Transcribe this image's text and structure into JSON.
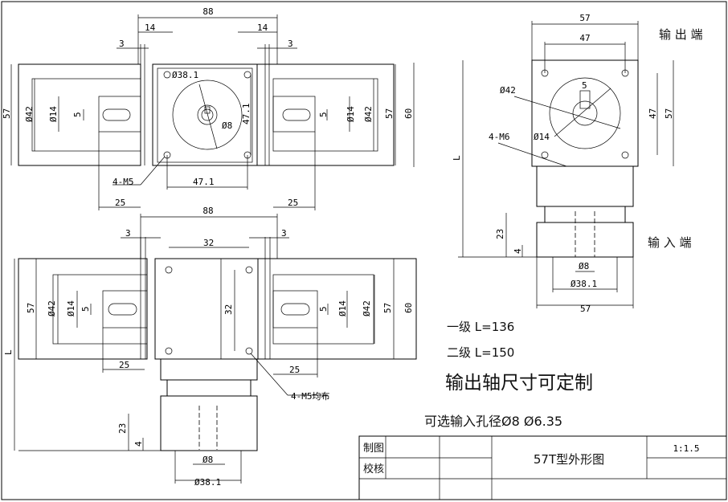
{
  "labels": {
    "output_end": "输 出 端",
    "input_end": "输 入 端",
    "stage1": "一级 L=136",
    "stage2": "二级 L=150",
    "custom": "输出轴尺寸可定制",
    "optional": "可选输入孔径Ø8  Ø6.35",
    "mount_holes": "4-M5",
    "mount_holes_even": "4-M5均布",
    "output_holes": "4-M6",
    "length": "L"
  },
  "dims": {
    "d88": "88",
    "d14": "14",
    "d3": "3",
    "d57": "57",
    "d60": "60",
    "d42": "Ø42",
    "d14dia": "Ø14",
    "d5": "5",
    "d381": "Ø38.1",
    "d8": "Ø8",
    "d471": "47.1",
    "d25": "25",
    "d32": "32",
    "d47": "47",
    "d23": "23",
    "d4": "4"
  },
  "title_block": {
    "made_by": "制图",
    "checked_by": "校核",
    "drawing_title": "57T型外形图",
    "scale": "1:1.5"
  }
}
